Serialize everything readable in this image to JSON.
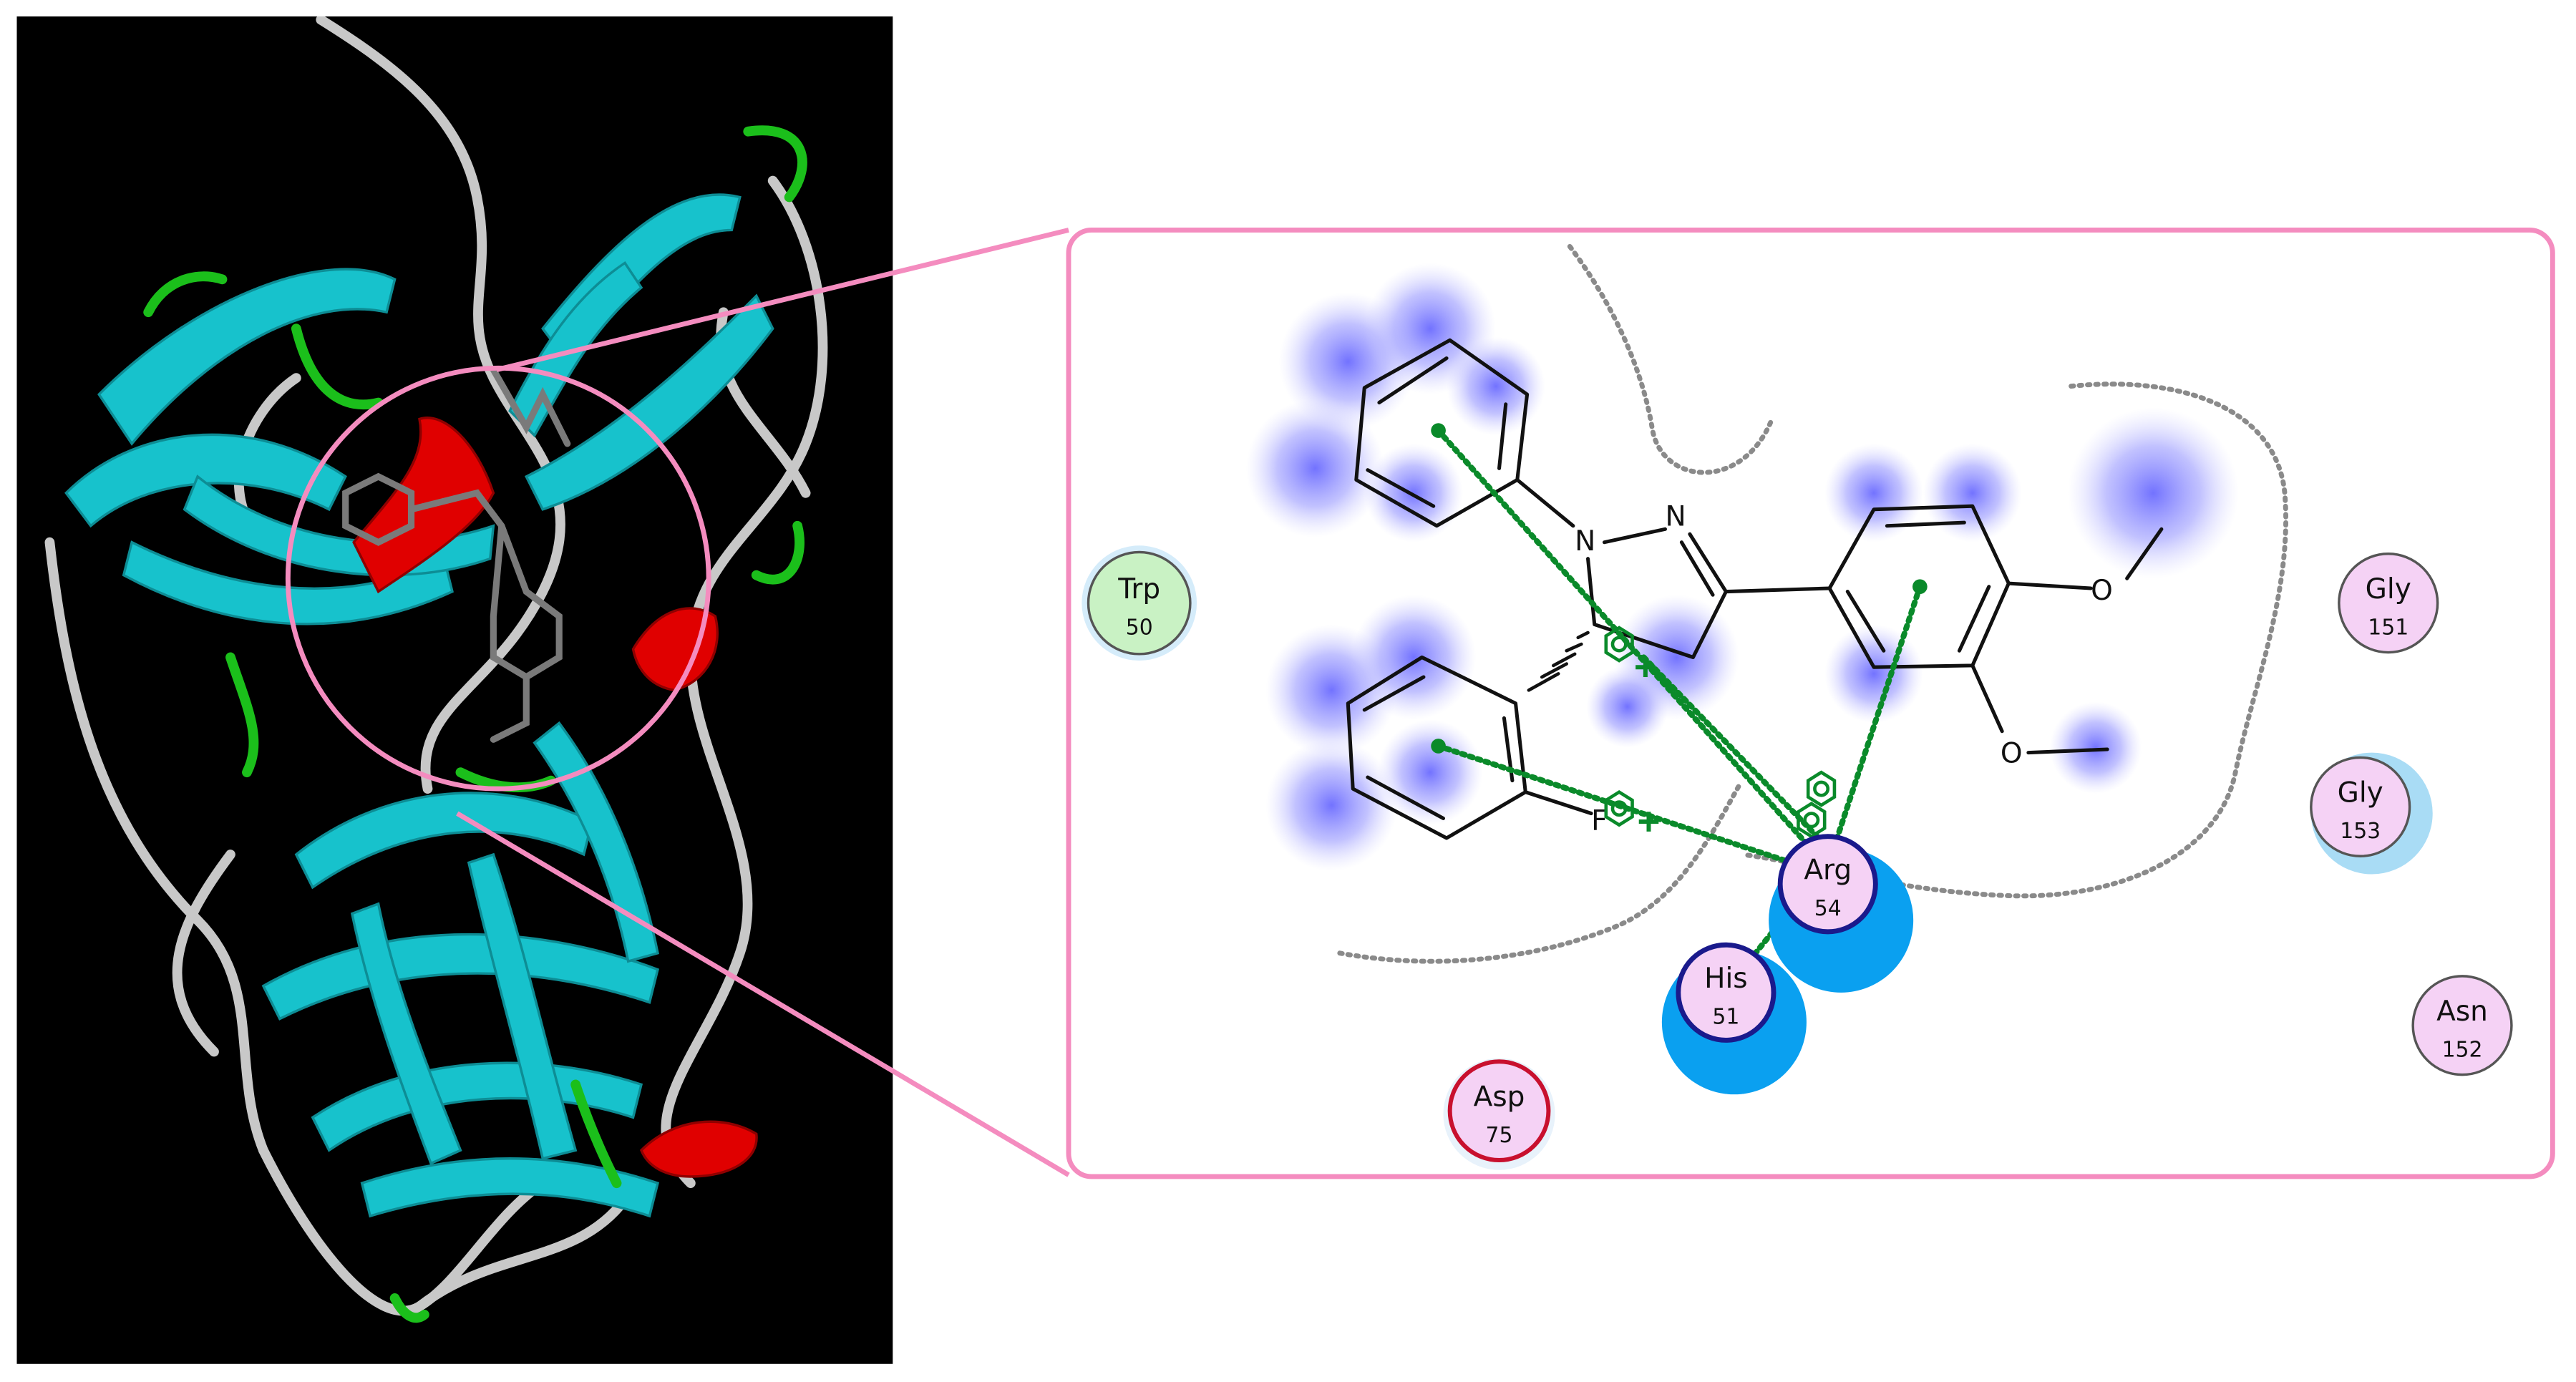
{
  "ligand_atoms": {
    "n1": "N",
    "n2": "N",
    "o1": "O",
    "o2": "O",
    "f": "F"
  },
  "residues": [
    {
      "name": "Trp",
      "number": "50",
      "type": "van-der-waals",
      "fill": "#c9f2c4",
      "stroke": "#555555",
      "halo": "#cfe8f8"
    },
    {
      "name": "Gly",
      "number": "151",
      "type": "other",
      "fill": "#f5d2f5",
      "stroke": "#555555",
      "halo": ""
    },
    {
      "name": "Gly",
      "number": "153",
      "type": "other",
      "fill": "#f5d2f5",
      "stroke": "#555555",
      "halo": "#9cd6f5"
    },
    {
      "name": "Asn",
      "number": "152",
      "type": "other",
      "fill": "#f5d2f5",
      "stroke": "#555555",
      "halo": ""
    },
    {
      "name": "Asp",
      "number": "75",
      "type": "charged-negative",
      "fill": "#f5d2f5",
      "stroke": "#c8102e",
      "halo": "#e8f2fb"
    },
    {
      "name": "Arg",
      "number": "54",
      "type": "pi-cation",
      "fill": "#f5d2f5",
      "stroke": "#1a1a8c",
      "halo": "#0aa0f0"
    },
    {
      "name": "His",
      "number": "51",
      "type": "pi-cation",
      "fill": "#f5d2f5",
      "stroke": "#1a1a8c",
      "halo": "#0aa0f0"
    }
  ],
  "colors": {
    "pi_interaction": "#0a8a2a",
    "frame_pink": "#f48cbf",
    "solvent_blob": "#6b6bff",
    "ribbon_helix": "#e00000",
    "ribbon_sheet": "#17c2cc",
    "ribbon_turn": "#1bbf1b",
    "ribbon_coil": "#c8c8c8"
  }
}
